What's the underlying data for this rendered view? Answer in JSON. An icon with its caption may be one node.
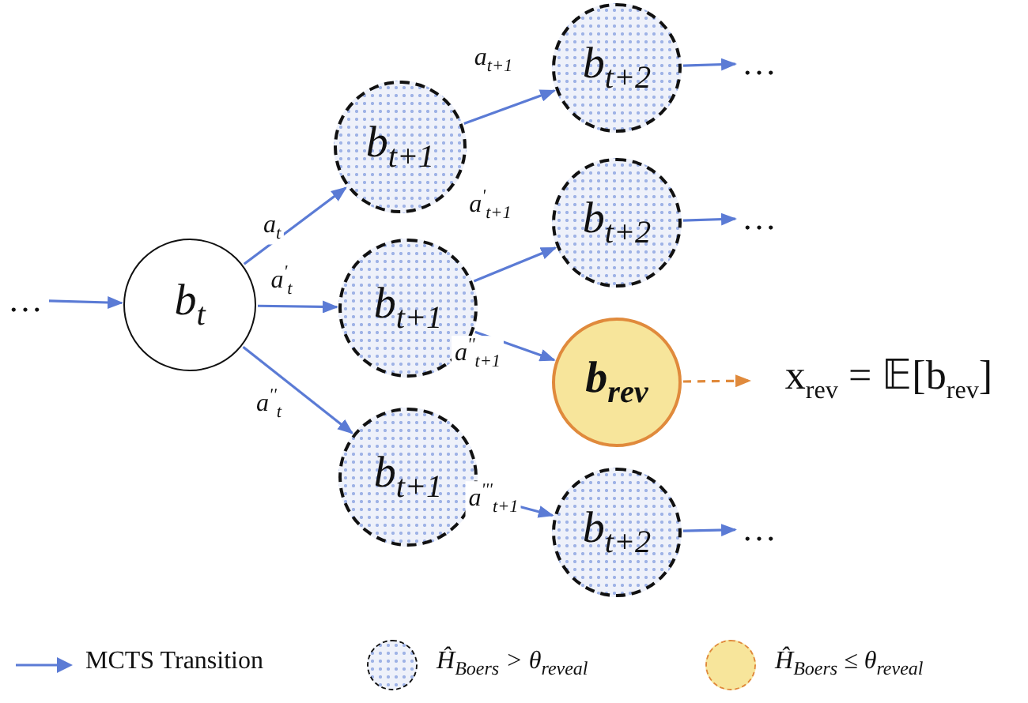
{
  "diagram": {
    "nodes": [
      {
        "text": [
          "…"
        ]
      },
      {
        "text": [
          "b$_{t}$"
        ]
      },
      {
        "text": [
          "b$_{t+1}$"
        ]
      },
      {
        "text": [
          "b$_{t+1}$"
        ]
      },
      {
        "text": [
          "b$_{t+1}$"
        ]
      },
      {
        "text": [
          "b$_{t+2}$"
        ]
      },
      {
        "text": [
          "b$_{t+2}$"
        ]
      },
      {
        "text": [
          "b$_{rev}$"
        ]
      },
      {
        "text": [
          "b$_{t+2}$"
        ]
      },
      {
        "text": [
          "…"
        ]
      },
      {
        "text": [
          "…"
        ]
      },
      {
        "text": [
          "…"
        ]
      },
      {
        "text": [
          "x$_{rev}$ = 𝔼[b$_{rev}$]"
        ]
      }
    ],
    "edges": [
      {
        "from": 0,
        "to": 1,
        "arrow": "to"
      },
      {
        "from": 1,
        "to": 2,
        "arrow": "to",
        "label": "a$_{t}$"
      },
      {
        "from": 1,
        "to": 3,
        "arrow": "to",
        "label": "a$^{'}$$_{t}$"
      },
      {
        "from": 1,
        "to": 4,
        "arrow": "to",
        "label": "a$^{''}$$_{t}$"
      },
      {
        "from": 2,
        "to": 5,
        "arrow": "to",
        "label": "a$_{t+1}$"
      },
      {
        "from": 3,
        "to": 6,
        "arrow": "to",
        "label": "a$^{'}$$_{t+1}$"
      },
      {
        "from": 3,
        "to": 7,
        "arrow": "to",
        "label": "a$^{''}$$_{t+1}$"
      },
      {
        "from": 4,
        "to": 8,
        "arrow": "to",
        "label": "a$^{'''}$$_{t+1}$"
      },
      {
        "from": 5,
        "to": 9,
        "arrow": "to"
      },
      {
        "from": 6,
        "to": 10,
        "arrow": "to"
      },
      {
        "from": 8,
        "to": 11,
        "arrow": "to"
      },
      {
        "from": 7,
        "to": 12,
        "arrow": "to",
        "style": "dashed",
        "color": "#e08a3c"
      }
    ],
    "legend": [
      {
        "text": "MCTS Transition"
      },
      {
        "text": "Ĥ$_{Boers}$ > θ$_{reveal}$"
      },
      {
        "text": "Ĥ$_{Boers}$ ≤ θ$_{reveal}$"
      }
    ]
  }
}
